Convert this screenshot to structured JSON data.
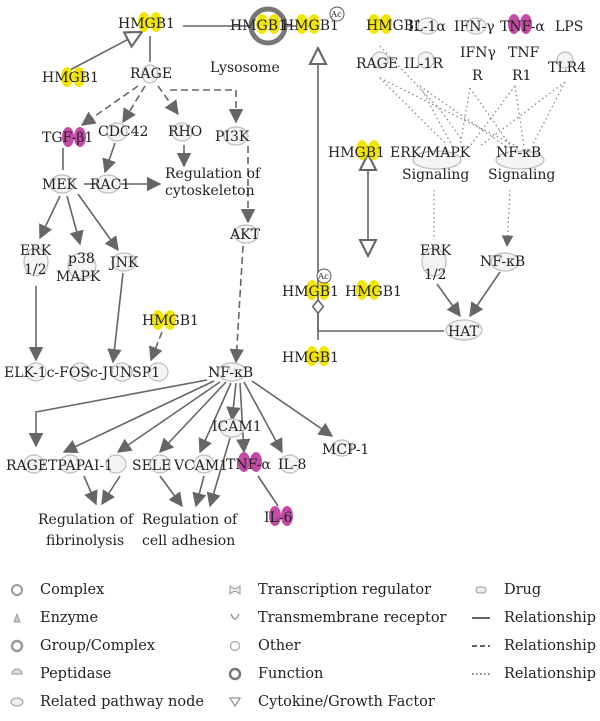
{
  "colors": {
    "gene_yellow": "#f2e600",
    "cytokine_magenta": "#c34aa6",
    "edge": "#666666",
    "neutral_node": "#f4f4f4"
  },
  "nodes": {
    "hmgb1_top": "HMGB1",
    "hmgb1_left": "HMGB1",
    "rage_top": "RAGE",
    "hmgb1_lyso": "HMGB1",
    "lysosome": "Lysosome",
    "hmgb1_ac_top": "HMGB1",
    "ac_top": "Ac",
    "tgfb1": "TGF-β1",
    "cdc42": "CDC42",
    "rho": "RHO",
    "pi3k": "PI3K",
    "mek": "MEK",
    "rac1": "RAC1",
    "reg_cyto_1": "Regulation of",
    "reg_cyto_2": "cytoskeleton",
    "akt": "AKT",
    "erk12_l1": "ERK",
    "erk12_l2": "1/2",
    "p38_1": "p38",
    "p38_2": "MAPK",
    "jnk": "JNK",
    "hmgb1_mid": "HMGB1",
    "elk": "ELK-1c-FOSc-JUNSP1",
    "nfkb_main": "NF-κB",
    "icam1": "ICAM1",
    "mcp1": "MCP-1",
    "rage_bottom": "RAGE",
    "tpa": "TPAPAI-1",
    "sele": "SELE",
    "vcam1": "VCAM1",
    "tnfa_bottom": "TNF-α",
    "il8": "IL-8",
    "il6": "IL-6",
    "reg_fib_1": "Regulation of",
    "reg_fib_2": "fibrinolysis",
    "reg_adh_1": "Regulation of",
    "reg_adh_2": "cell adhesion",
    "hmgb1_r1": "HMGB1",
    "rage_r": "RAGE",
    "il1a": "IL-1α",
    "il1r": "IL-1R",
    "ifng_1": "IFN-γ",
    "ifng_2": "IFNγ",
    "ifng_3": "R",
    "tnfa_r": "TNF-α",
    "tnfr1_1": "TNF",
    "tnfr1_2": "R1",
    "lps": "LPS",
    "tlr4": "TLR4",
    "hmgb1_r_mid": "HMGB1",
    "erk_mapk_1": "ERK/MAPK",
    "erk_mapk_2": "Signaling",
    "nfkb_sig_1": "NF-κB",
    "nfkb_sig_2": "Signaling",
    "erk12_r1": "ERK",
    "erk12_r2": "1/2",
    "nfkb_r": "NF-κB",
    "hmgb1_ac2": "HMGB1",
    "ac_2": "Ac",
    "hmgb1_r_low": "HMGB1",
    "hat": "HAT",
    "hmgb1_bottom_r": "HMGB1"
  },
  "legend": [
    {
      "icon": "complex-icon",
      "label": "Complex"
    },
    {
      "icon": "enzyme-icon",
      "label": "Enzyme"
    },
    {
      "icon": "group-complex-icon",
      "label": "Group/Complex"
    },
    {
      "icon": "peptidase-icon",
      "label": "Peptidase"
    },
    {
      "icon": "related-pathway-icon",
      "label": "Related pathway node"
    },
    {
      "icon": "transcription-regulator-icon",
      "label": "Transcription regulator"
    },
    {
      "icon": "transmembrane-receptor-icon",
      "label": "Transmembrane receptor"
    },
    {
      "icon": "other-icon",
      "label": "Other"
    },
    {
      "icon": "function-icon",
      "label": "Function"
    },
    {
      "icon": "cytokine-icon",
      "label": "Cytokine/Growth Factor"
    },
    {
      "icon": "drug-icon",
      "label": "Drug"
    },
    {
      "icon": "solid-line-icon",
      "label": "Relationship"
    },
    {
      "icon": "dashed-line-icon",
      "label": "Relationship"
    },
    {
      "icon": "dotted-line-icon",
      "label": "Relationship"
    }
  ]
}
